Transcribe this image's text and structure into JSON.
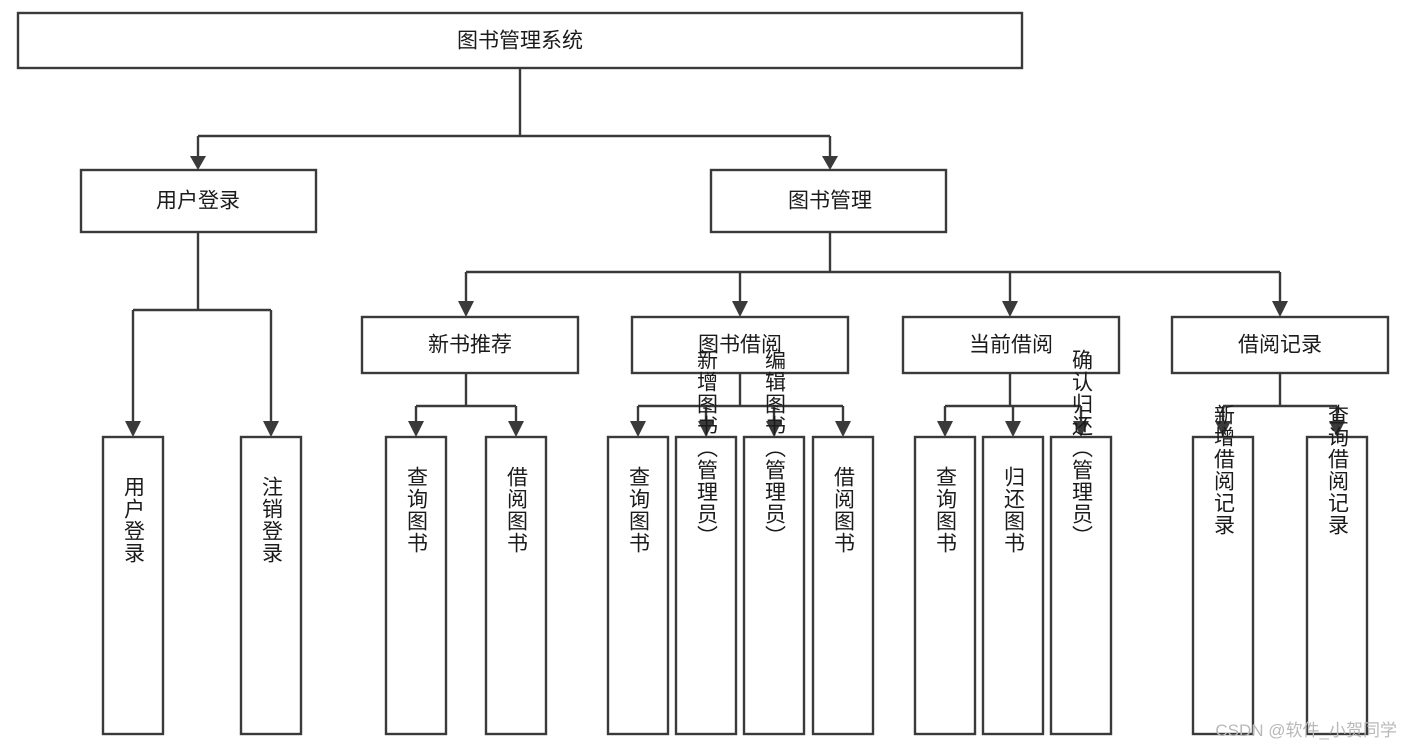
{
  "diagram": {
    "title": "图书管理系统",
    "type": "tree-hierarchy-chart",
    "colors": {
      "box_border": "#3a3a3a",
      "box_fill": "#ffffff",
      "text": "#1b1b1b",
      "background": "#ffffff",
      "watermark": "#b9b9b9"
    },
    "root": {
      "label": "图书管理系统",
      "orientation": "horizontal"
    },
    "level2": [
      {
        "label": "用户登录",
        "orientation": "horizontal"
      },
      {
        "label": "图书管理",
        "orientation": "horizontal"
      }
    ],
    "level3": [
      {
        "label": "新书推荐",
        "orientation": "horizontal"
      },
      {
        "label": "图书借阅",
        "orientation": "horizontal"
      },
      {
        "label": "当前借阅",
        "orientation": "horizontal"
      },
      {
        "label": "借阅记录",
        "orientation": "horizontal"
      }
    ],
    "leaves": {
      "user_login": [
        {
          "label": "用户登录",
          "orientation": "vertical"
        },
        {
          "label": "注销登录",
          "orientation": "vertical"
        }
      ],
      "new_book_recommend": [
        {
          "label": "查询图书",
          "orientation": "vertical"
        },
        {
          "label": "借阅图书",
          "orientation": "vertical"
        }
      ],
      "book_borrow": [
        {
          "label": "查询图书",
          "orientation": "vertical"
        },
        {
          "label": "新增图书（管理员）",
          "orientation": "vertical"
        },
        {
          "label": "编辑图书（管理员）",
          "orientation": "vertical"
        },
        {
          "label": "借阅图书",
          "orientation": "vertical"
        }
      ],
      "current_borrow": [
        {
          "label": "查询图书",
          "orientation": "vertical"
        },
        {
          "label": "归还图书",
          "orientation": "vertical"
        },
        {
          "label": "确认归还（管理员）",
          "orientation": "vertical"
        }
      ],
      "borrow_record": [
        {
          "label": "新增借阅记录",
          "orientation": "vertical"
        },
        {
          "label": "查询借阅记录",
          "orientation": "vertical"
        }
      ]
    }
  },
  "watermark": {
    "text": "CSDN @软件_小贺同学"
  }
}
